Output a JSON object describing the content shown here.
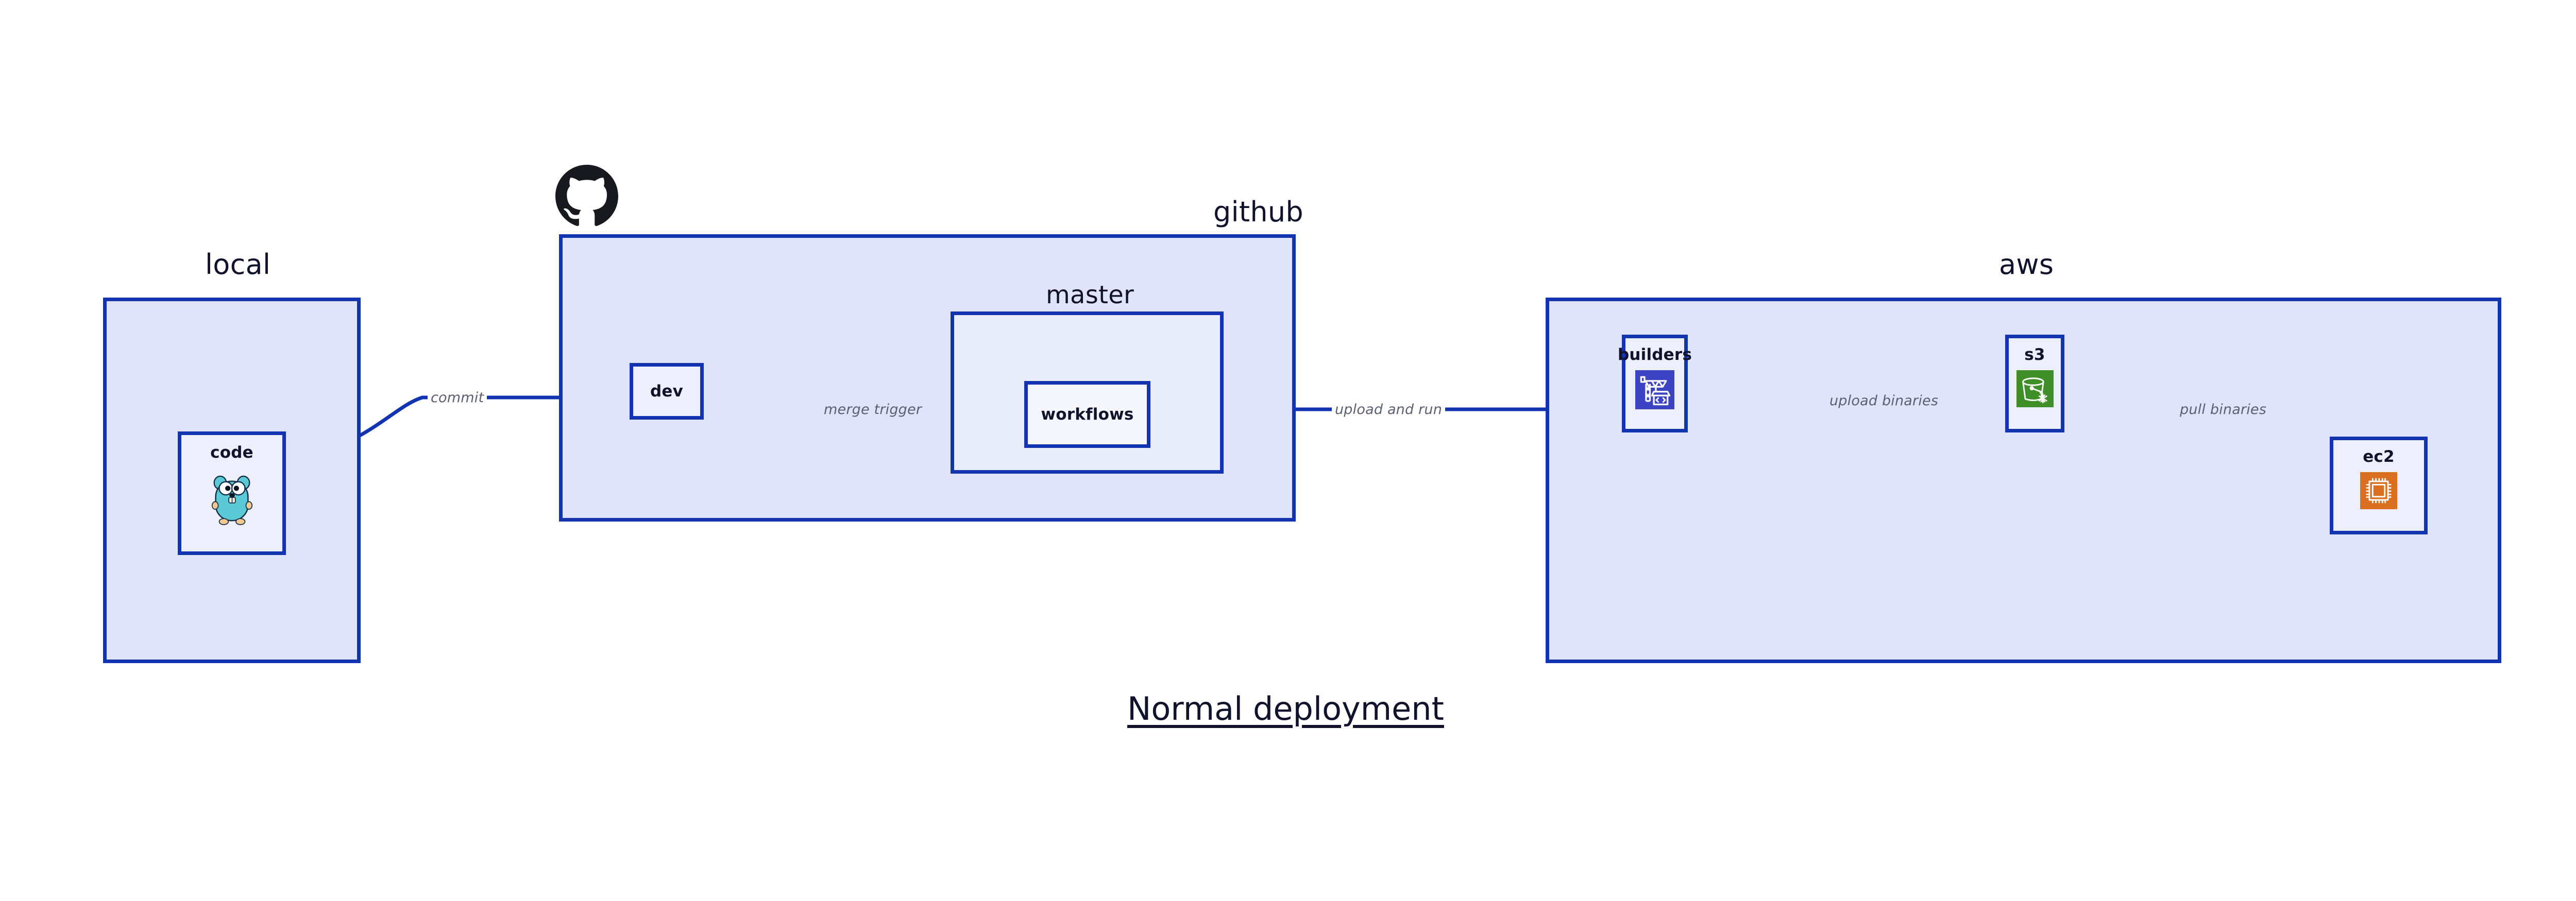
{
  "diagram": {
    "title": "Normal deployment",
    "background": "#ffffff",
    "accent_color": "#1234b0",
    "group_fill_outer": "#dfe4fa",
    "group_fill_inner": "#e8ecfb",
    "node_fill": "#edf0fc",
    "label_color": "#10132b",
    "edge_label_color": "#5b6070"
  },
  "groups": [
    {
      "id": "local",
      "label": "local"
    },
    {
      "id": "github",
      "label": "github"
    },
    {
      "id": "master",
      "label": "master"
    },
    {
      "id": "aws",
      "label": "aws"
    }
  ],
  "nodes": [
    {
      "id": "code",
      "label": "code",
      "icon": "go-gopher-icon",
      "icon_color": "#5cc9d6"
    },
    {
      "id": "dev",
      "label": "dev",
      "icon": null,
      "icon_color": null
    },
    {
      "id": "workflows",
      "label": "workflows",
      "icon": null,
      "icon_color": null
    },
    {
      "id": "builders",
      "label": "builders",
      "icon": "aws-codebuild-icon",
      "icon_color": "#3c44c4"
    },
    {
      "id": "s3",
      "label": "s3",
      "icon": "aws-s3-bucket-icon",
      "icon_color": "#3f8f29"
    },
    {
      "id": "ec2",
      "label": "ec2",
      "icon": "aws-ec2-chip-icon",
      "icon_color": "#da6f20"
    }
  ],
  "edges": [
    {
      "id": "commit",
      "label": "commit",
      "from": "code",
      "to": "dev"
    },
    {
      "id": "merge-trigger",
      "label": "merge trigger",
      "from": "dev",
      "to": "workflows"
    },
    {
      "id": "upload-and-run",
      "label": "upload and run",
      "from": "workflows",
      "to": "builders"
    },
    {
      "id": "upload-binaries",
      "label": "upload binaries",
      "from": "builders",
      "to": "s3"
    },
    {
      "id": "pull-binaries",
      "label": "pull binaries",
      "from": "s3",
      "to": "ec2"
    }
  ],
  "logos": [
    {
      "id": "github-logo",
      "icon": "github-octocat-icon",
      "color": "#17191f"
    }
  ]
}
